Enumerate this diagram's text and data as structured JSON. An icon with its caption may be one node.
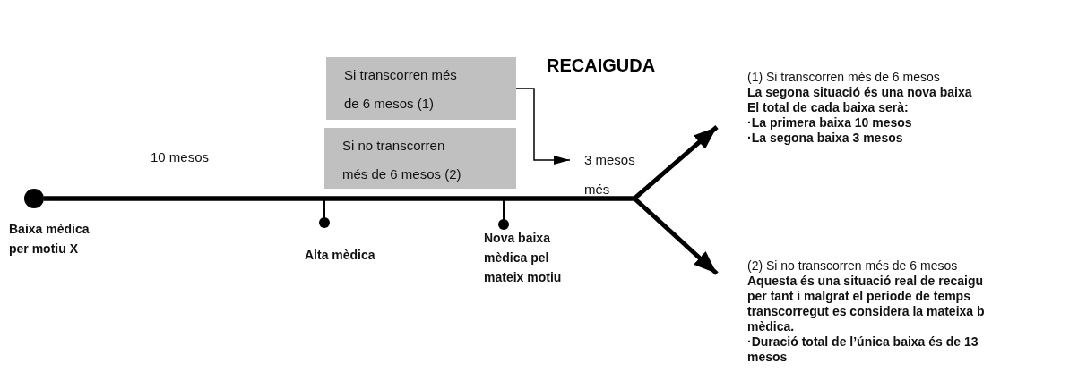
{
  "diagram": {
    "title": "RECAIGUDA",
    "nodes": [
      {
        "text": [],
        "shape": "circle",
        "beside": [
          "Baixa mèdica per motiu X"
        ]
      },
      {
        "text": [],
        "shape": "circle",
        "beside": [
          "Alta mèdica"
        ]
      },
      {
        "text": [],
        "shape": "circle",
        "beside": [
          "Nova baixa mèdica pel mateix motiu"
        ]
      },
      {
        "text": [
          "Si transcorren més de 6 mesos (1)"
        ]
      },
      {
        "text": [
          "Si no transcorren més de 6 mesos (2)"
        ]
      },
      {
        "text": [
          "3 mesos més"
        ]
      },
      {
        "text": [
          "(1) Si transcorren més de 6 mesos",
          "La segona situació és  una nova baixa",
          "El total de cada baixa serà:",
          "·La primera baixa 10 mesos",
          "·La segona baixa 3 mesos"
        ]
      },
      {
        "text": [
          "(2) Si no transcorren més de 6 mesos",
          "Aquesta és una situació real de recaigu",
          "per tant i malgrat el període de temps",
          "transcorregut es considera la mateixa b",
          "mèdica.",
          "·Duració total de l’única baixa és de 13 mesos"
        ]
      }
    ],
    "edges": [
      {
        "from": 0,
        "to": 6,
        "arrow": "to"
      },
      {
        "from": 0,
        "to": 7,
        "arrow": "to"
      },
      {
        "from": 3,
        "to": 5,
        "arrow": "to"
      }
    ],
    "labels": [
      "10 mesos"
    ]
  }
}
